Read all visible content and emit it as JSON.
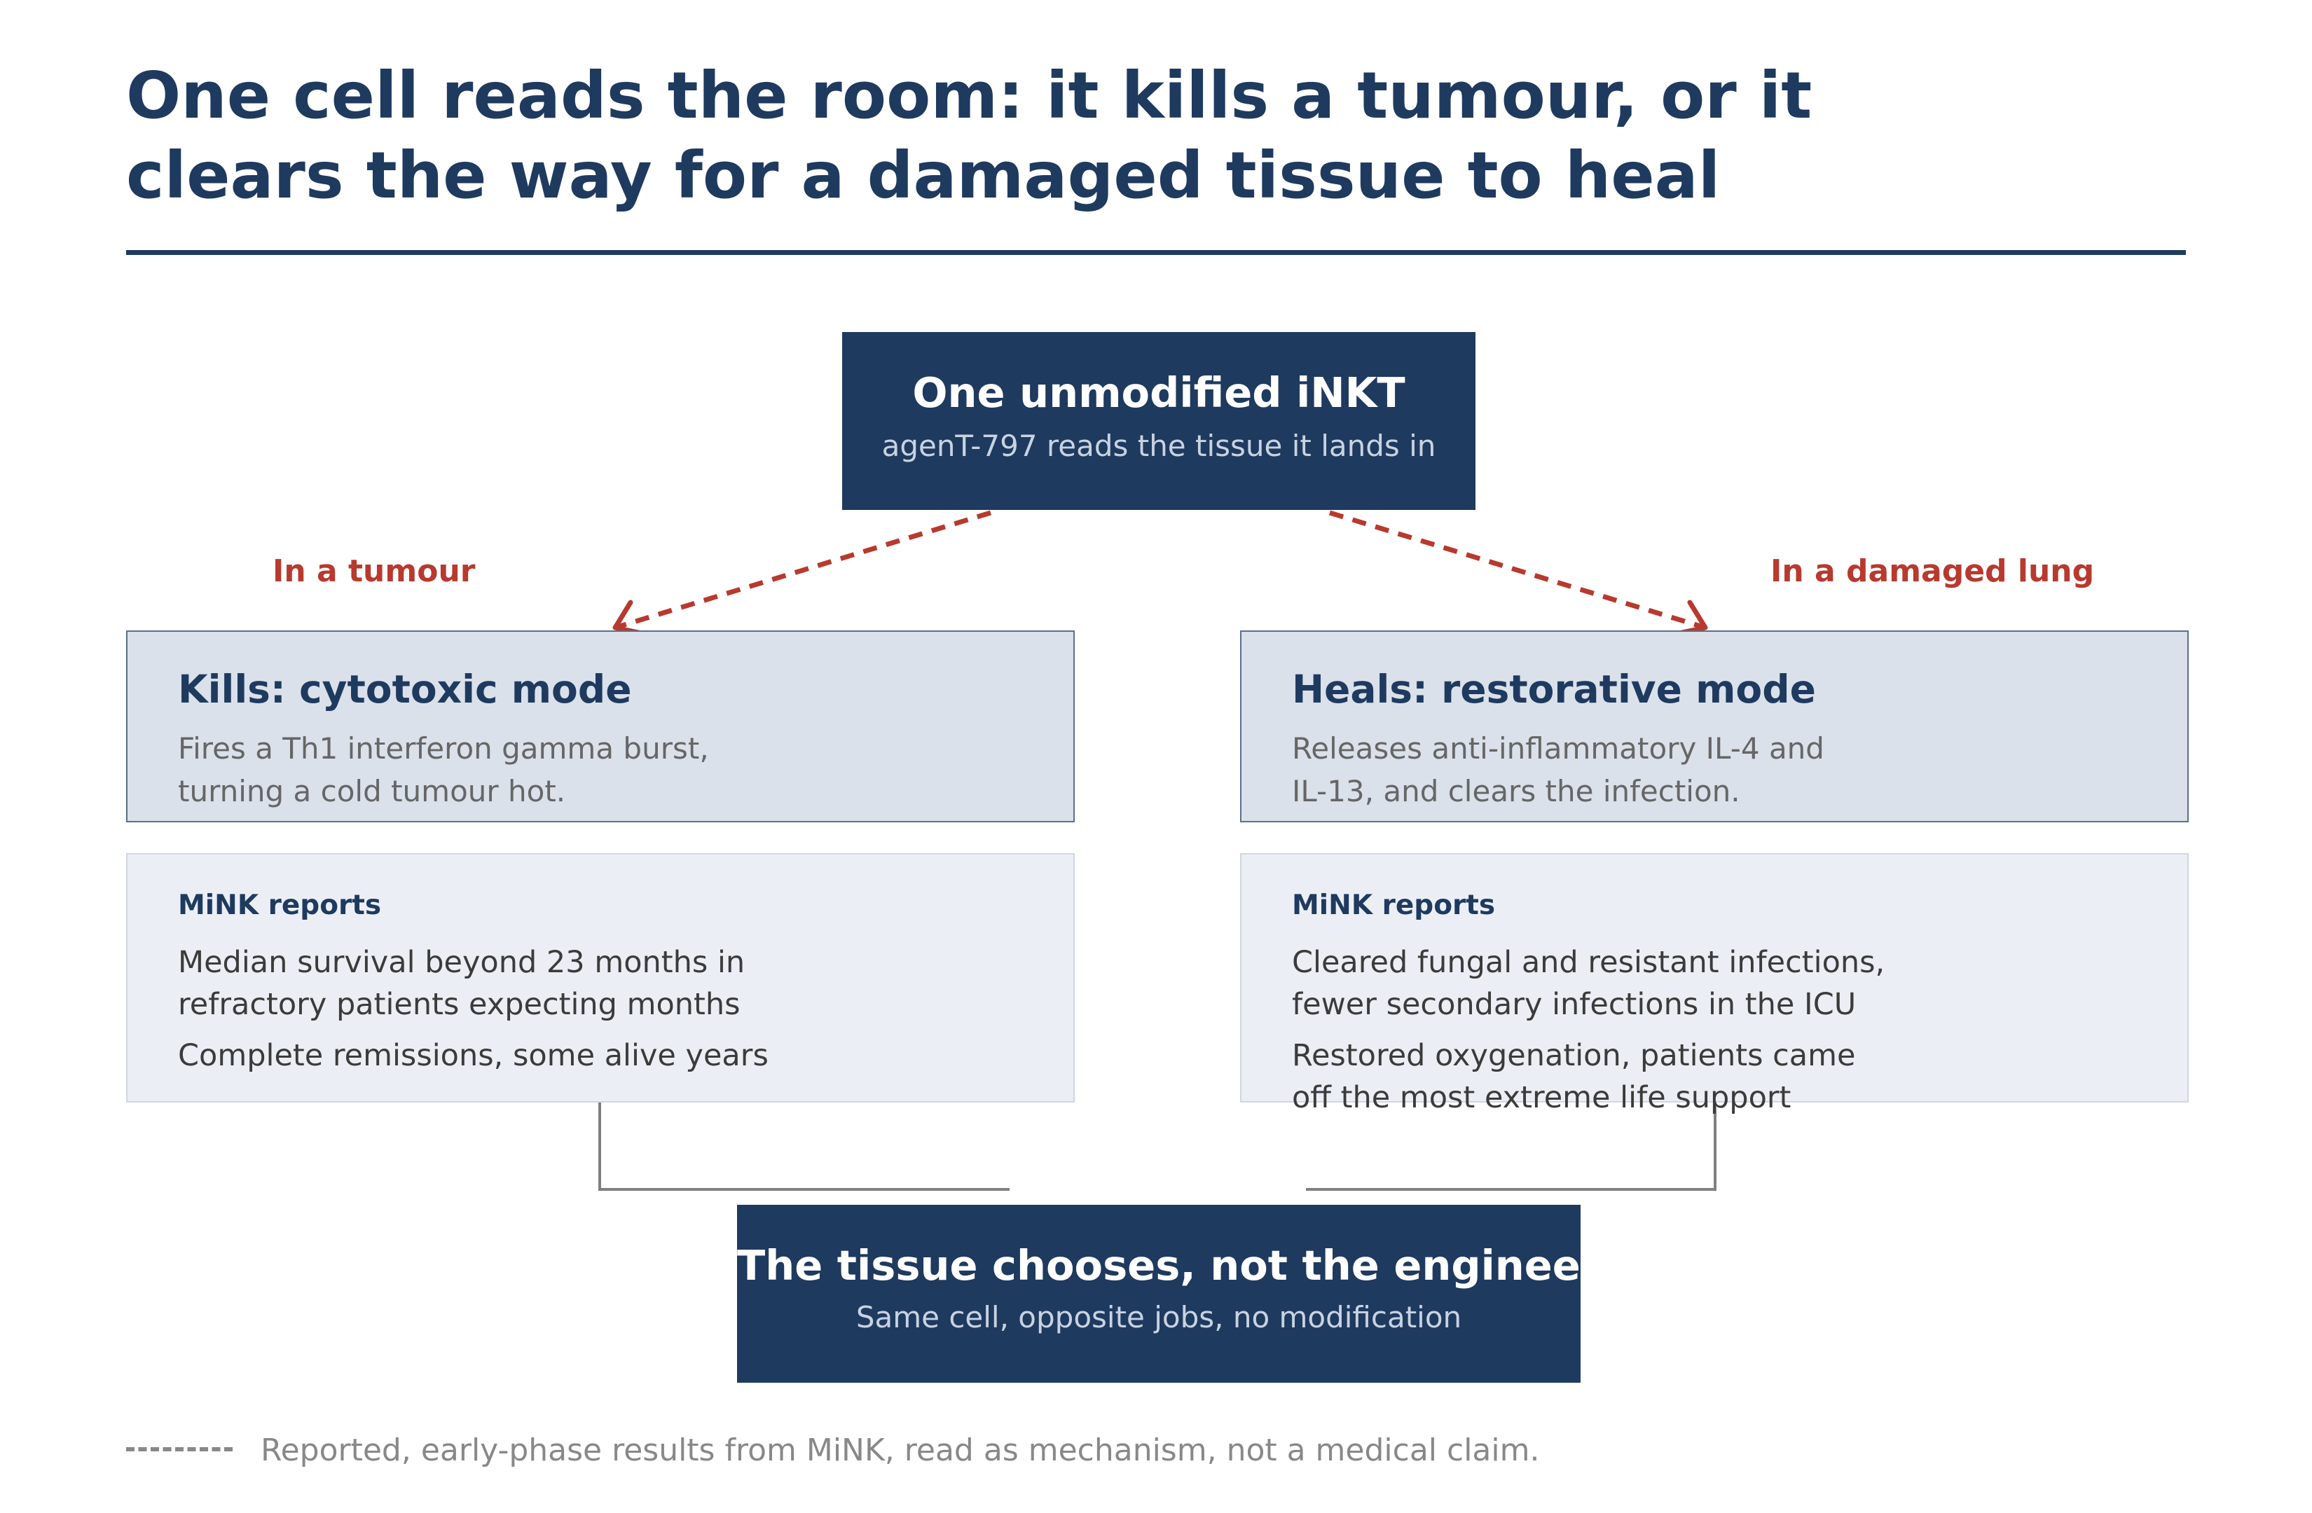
{
  "title": {
    "line1": "One cell reads the room: it kills a tumour, or it",
    "line2": "clears the way for a damaged tissue to heal"
  },
  "source_node": {
    "heading": "One unmodified iNKT",
    "subtitle": "agenT-797 reads the tissue it lands in"
  },
  "branches": {
    "left_label": "In a tumour",
    "right_label": "In a damaged lung"
  },
  "kill_mode": {
    "heading": "Kills: cytotoxic mode",
    "desc_line1": "Fires a Th1 interferon gamma burst,",
    "desc_line2": "turning a cold tumour hot."
  },
  "heal_mode": {
    "heading": "Heals: restorative mode",
    "desc_line1": "Releases anti-inflammatory IL-4 and",
    "desc_line2": "IL-13, and clears the infection."
  },
  "kill_reports": {
    "heading": "MiNK reports",
    "item1_line1": "Median survival beyond 23 months in",
    "item1_line2": "refractory patients expecting months",
    "item2_line1": "Complete remissions, some alive years"
  },
  "heal_reports": {
    "heading": "MiNK reports",
    "item1_line1": "Cleared fungal and resistant infections,",
    "item1_line2": "fewer secondary infections in the ICU",
    "item2_line1": "Restored oxygenation, patients came",
    "item2_line2": "off the most extreme life support"
  },
  "conclusion": {
    "heading": "The tissue chooses, not the engineer",
    "subtitle": "Same cell, opposite jobs, no modification"
  },
  "footer": {
    "note": "Reported, early-phase results from MiNK, read as mechanism, not a medical claim."
  },
  "colors": {
    "navy": "#1f3a5f",
    "accent_red": "#b8392e",
    "mode_fill": "#dae1eb",
    "report_fill": "#ebeff5",
    "connector_grey": "#808080"
  }
}
